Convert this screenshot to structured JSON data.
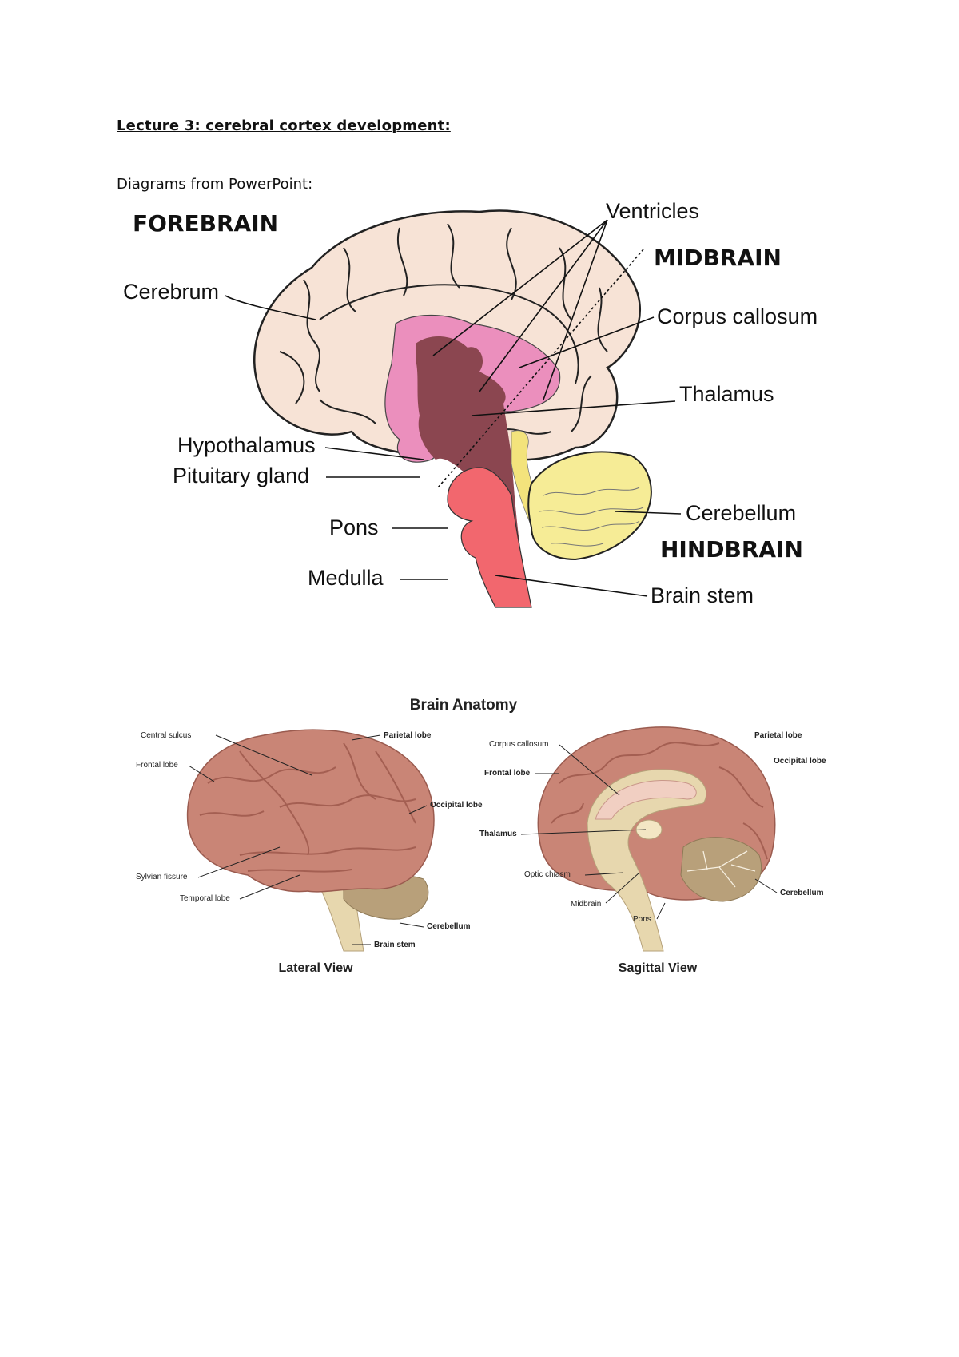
{
  "document": {
    "heading": "Lecture 3: cerebral cortex development:",
    "intro": "Diagrams from PowerPoint:"
  },
  "diagram1": {
    "regions": {
      "forebrain": "FOREBRAIN",
      "midbrain": "MIDBRAIN",
      "hindbrain": "HINDBRAIN"
    },
    "labels": {
      "ventricles": "Ventricles",
      "cerebrum": "Cerebrum",
      "corpus_callosum": "Corpus callosum",
      "thalamus": "Thalamus",
      "hypothalamus": "Hypothalamus",
      "pituitary": "Pituitary gland",
      "pons": "Pons",
      "cerebellum": "Cerebellum",
      "medulla": "Medulla",
      "brain_stem": "Brain stem"
    },
    "colors": {
      "cerebrum": "#f7e3d6",
      "diencephalon": "#eb8fbd",
      "core": "#8b4650",
      "pons_medulla": "#f2676e",
      "cerebellum": "#f6ec96",
      "strip": "#f3e37c"
    }
  },
  "diagram2": {
    "title": "Brain Anatomy",
    "lateral": {
      "caption": "Lateral View",
      "labels": {
        "central_sulcus": "Central sulcus",
        "parietal_lobe": "Parietal lobe",
        "frontal_lobe": "Frontal lobe",
        "occipital_lobe": "Occipital lobe",
        "sylvian_fissure": "Sylvian fissure",
        "temporal_lobe": "Temporal lobe",
        "cerebellum": "Cerebellum",
        "brain_stem": "Brain stem"
      }
    },
    "sagittal": {
      "caption": "Sagittal View",
      "labels": {
        "corpus_callosum": "Corpus callosum",
        "parietal_lobe": "Parietal lobe",
        "occipital_lobe": "Occipital lobe",
        "frontal_lobe": "Frontal lobe",
        "thalamus": "Thalamus",
        "optic_chiasm": "Optic chiasm",
        "cerebellum": "Cerebellum",
        "midbrain": "Midbrain",
        "pons": "Pons"
      }
    },
    "colors": {
      "cortex": "#c98576",
      "cortex_dark": "#a45f52",
      "stem": "#e7d7ae",
      "cerebellum_s": "#b8a07a"
    }
  }
}
